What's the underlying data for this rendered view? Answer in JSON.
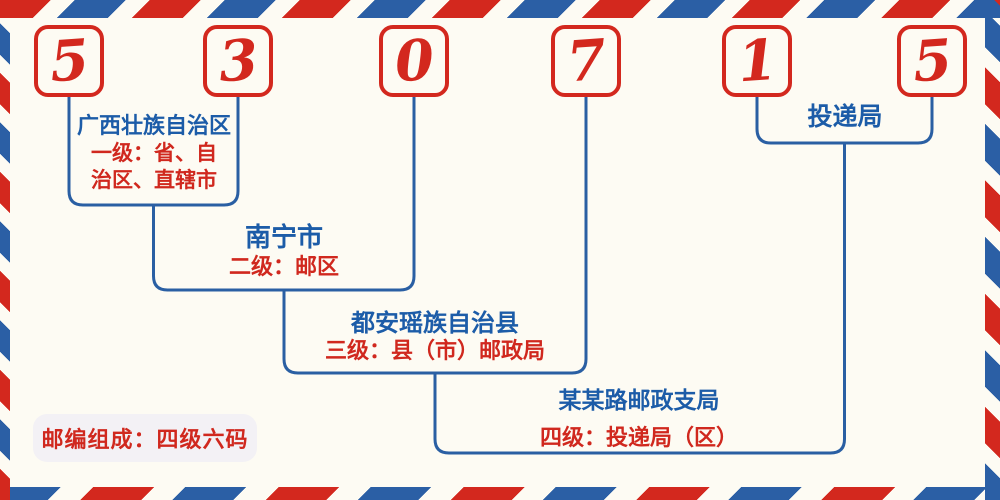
{
  "postal_code": {
    "digits": [
      "5",
      "3",
      "0",
      "7",
      "1",
      "5"
    ]
  },
  "levels": [
    {
      "name": "广西壮族自治区",
      "description_lines": [
        "一级：省、自",
        "治区、直辖市"
      ]
    },
    {
      "name": "南宁市",
      "description_lines": [
        "二级：邮区"
      ]
    },
    {
      "name": "都安瑶族自治县",
      "description_lines": [
        "三级：县（市）邮政局"
      ]
    },
    {
      "name": "某某路邮政支局",
      "description_lines": [
        "四级：投递局（区）"
      ]
    },
    {
      "name": "投递局",
      "description_lines": []
    }
  ],
  "footer": {
    "badge": "邮编组成：四级六码"
  },
  "colors": {
    "red": "#d3281e",
    "blue": "#2b5fa5",
    "line_blue": "#2a5fa3",
    "text_blue": "#1c5ca8",
    "text_red": "#d0281e",
    "badge_bg": "#f3f1f5",
    "background": "#fdfbf3"
  }
}
